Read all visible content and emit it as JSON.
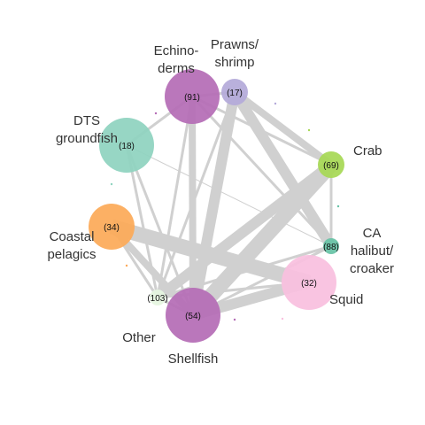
{
  "chart_data": {
    "type": "network",
    "nodes": [
      {
        "id": "echinoderms",
        "label_lines": [
          "Echino-",
          "derms"
        ],
        "count": "(91)",
        "color": "#b46bb5",
        "size": "large"
      },
      {
        "id": "prawns",
        "label_lines": [
          "Prawns/",
          "shrimp"
        ],
        "count": "(17)",
        "color": "#b3a9d9",
        "size": "small"
      },
      {
        "id": "crab",
        "label_lines": [
          "Crab"
        ],
        "count": "(69)",
        "color": "#a6d854",
        "size": "small"
      },
      {
        "id": "ca-halibut",
        "label_lines": [
          "CA",
          "halibut/",
          "croaker"
        ],
        "count": "(88)",
        "color": "#66c2a5",
        "size": "tiny"
      },
      {
        "id": "squid",
        "label_lines": [
          "Squid"
        ],
        "count": "(32)",
        "color": "#f9bfde",
        "size": "large"
      },
      {
        "id": "shellfish",
        "label_lines": [
          "Shellfish"
        ],
        "count": "(54)",
        "color": "#b46bb5",
        "size": "large"
      },
      {
        "id": "other",
        "label_lines": [
          "Other"
        ],
        "count": "(103)",
        "color": "#e5f5e0",
        "size": "tiny"
      },
      {
        "id": "coastal-pelagics",
        "label_lines": [
          "Coastal",
          "pelagics"
        ],
        "count": "(34)",
        "color": "#fca957",
        "size": "medium"
      },
      {
        "id": "dts-groundfish",
        "label_lines": [
          "DTS",
          "groundfish"
        ],
        "count": "(18)",
        "color": "#8ed3bf",
        "size": "large"
      }
    ],
    "edges": [
      {
        "source": "coastal-pelagics",
        "target": "squid",
        "weight": "very-heavy"
      },
      {
        "source": "shellfish",
        "target": "crab",
        "weight": "very-heavy"
      },
      {
        "source": "prawns",
        "target": "shellfish",
        "weight": "heavy"
      },
      {
        "source": "prawns",
        "target": "ca-halibut",
        "weight": "heavy"
      },
      {
        "source": "prawns",
        "target": "crab",
        "weight": "medium"
      },
      {
        "source": "other",
        "target": "crab",
        "weight": "heavy"
      },
      {
        "source": "shellfish",
        "target": "squid",
        "weight": "heavy"
      },
      {
        "source": "echinoderms",
        "target": "shellfish",
        "weight": "medium"
      },
      {
        "source": "coastal-pelagics",
        "target": "shellfish",
        "weight": "medium"
      },
      {
        "source": "echinoderms",
        "target": "crab",
        "weight": "light"
      },
      {
        "source": "echinoderms",
        "target": "ca-halibut",
        "weight": "light"
      },
      {
        "source": "echinoderms",
        "target": "other",
        "weight": "light"
      },
      {
        "source": "echinoderms",
        "target": "dts-groundfish",
        "weight": "light"
      },
      {
        "source": "echinoderms",
        "target": "prawns",
        "weight": "light"
      },
      {
        "source": "dts-groundfish",
        "target": "shellfish",
        "weight": "light"
      },
      {
        "source": "dts-groundfish",
        "target": "other",
        "weight": "light"
      },
      {
        "source": "dts-groundfish",
        "target": "ca-halibut",
        "weight": "hair"
      },
      {
        "source": "prawns",
        "target": "other",
        "weight": "light"
      },
      {
        "source": "crab",
        "target": "ca-halibut",
        "weight": "light"
      },
      {
        "source": "other",
        "target": "ca-halibut",
        "weight": "light"
      },
      {
        "source": "other",
        "target": "squid",
        "weight": "light"
      },
      {
        "source": "other",
        "target": "shellfish",
        "weight": "light"
      },
      {
        "source": "ca-halibut",
        "target": "shellfish",
        "weight": "light"
      },
      {
        "source": "coastal-pelagics",
        "target": "other",
        "weight": "light"
      }
    ],
    "edge_color": "#d0d0d0"
  }
}
